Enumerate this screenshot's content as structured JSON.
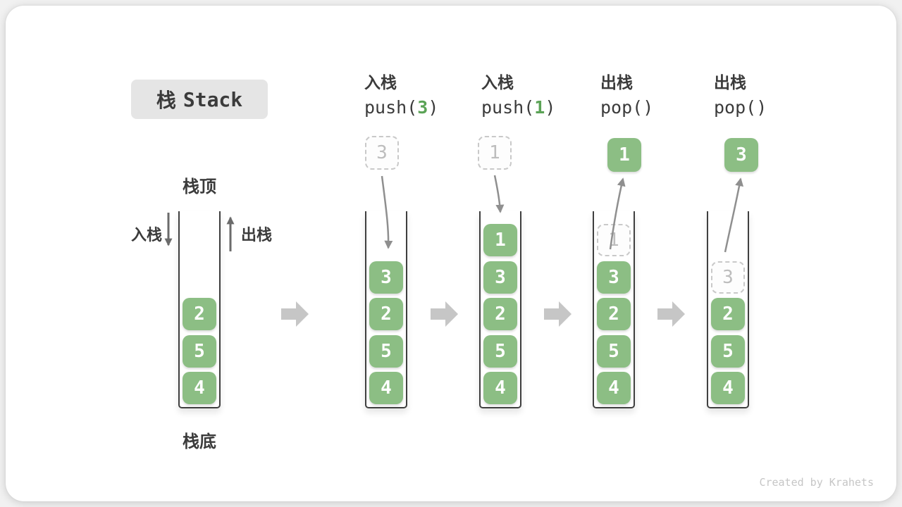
{
  "title": {
    "zh": "栈",
    "en": "Stack"
  },
  "labels": {
    "stack_top": "栈顶",
    "stack_bottom": "栈底",
    "push_side": "入栈",
    "pop_side": "出栈"
  },
  "operations": [
    {
      "name": "入栈",
      "code_pre": "push(",
      "code_num": "3",
      "code_post": ")"
    },
    {
      "name": "入栈",
      "code_pre": "push(",
      "code_num": "1",
      "code_post": ")"
    },
    {
      "name": "出栈",
      "code_pre": "pop()",
      "code_num": "",
      "code_post": ""
    },
    {
      "name": "出栈",
      "code_pre": "pop()",
      "code_num": "",
      "code_post": ""
    }
  ],
  "columns": [
    {
      "stack": [
        {
          "v": "2"
        },
        {
          "v": "5"
        },
        {
          "v": "4"
        }
      ]
    },
    {
      "floating": {
        "v": "3",
        "style": "ghost"
      },
      "stack": [
        {
          "v": "3"
        },
        {
          "v": "2"
        },
        {
          "v": "5"
        },
        {
          "v": "4"
        }
      ]
    },
    {
      "floating": {
        "v": "1",
        "style": "ghost"
      },
      "stack": [
        {
          "v": "1"
        },
        {
          "v": "3"
        },
        {
          "v": "2"
        },
        {
          "v": "5"
        },
        {
          "v": "4"
        }
      ]
    },
    {
      "floating": {
        "v": "1",
        "style": "solid"
      },
      "stack": [
        {
          "v": "1",
          "style": "ghost"
        },
        {
          "v": "3"
        },
        {
          "v": "2"
        },
        {
          "v": "5"
        },
        {
          "v": "4"
        }
      ]
    },
    {
      "floating": {
        "v": "3",
        "style": "solid"
      },
      "stack": [
        {
          "v": "3",
          "style": "ghost"
        },
        {
          "v": "2"
        },
        {
          "v": "5"
        },
        {
          "v": "4"
        }
      ]
    }
  ],
  "watermark": "Created by Krahets",
  "colors": {
    "page_bg": "#f1f1f1",
    "card_bg": "#ffffff",
    "title_bg": "#e5e5e5",
    "text_dark": "#3b3b3b",
    "box_green": "#8cbe84",
    "code_green": "#5ba356",
    "ghost_border": "#c9c9c9",
    "ghost_text": "#bdbdbd",
    "tube_border": "#3f3f3f",
    "block_arrow": "#c6c6c6",
    "curve_arrow": "#8f8f8f",
    "small_arrow": "#6b6b6b",
    "watermark": "#c6c6c6"
  }
}
